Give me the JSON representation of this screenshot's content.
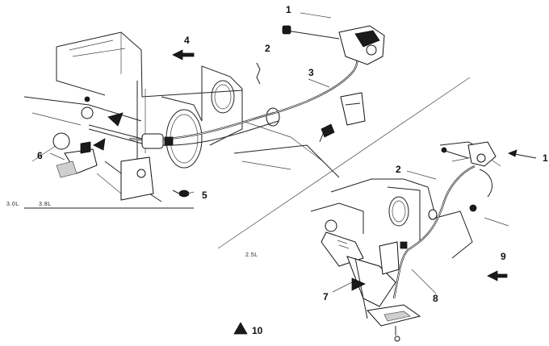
{
  "diagram": {
    "left_view": {
      "engine_labels": [
        "3.0L",
        "3.8L"
      ],
      "callouts": [
        "1",
        "2",
        "3",
        "4",
        "5",
        "6"
      ]
    },
    "right_view": {
      "engine_labels": [
        "2.5L"
      ],
      "callouts": [
        "1",
        "2",
        "7",
        "8",
        "9"
      ]
    },
    "legend": {
      "symbol": "triangle",
      "number": "10"
    }
  }
}
